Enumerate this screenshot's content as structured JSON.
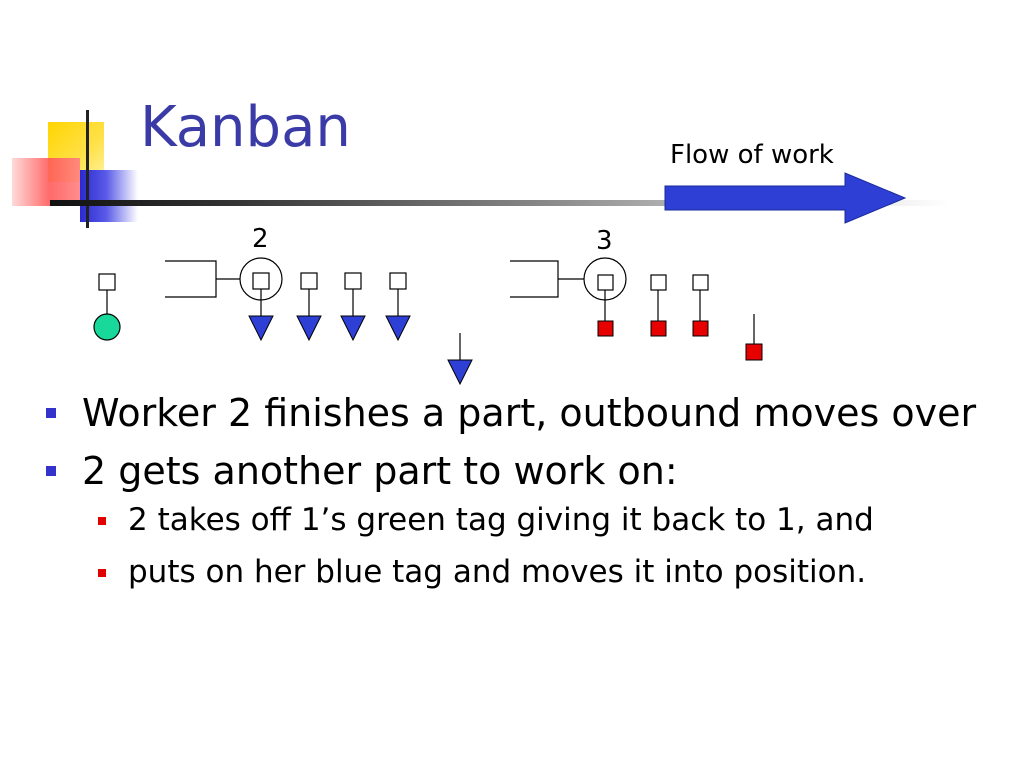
{
  "title": "Kanban",
  "flow_label": "Flow of work",
  "station_labels": [
    "2",
    "3"
  ],
  "colors": {
    "title": "#3b3ba8",
    "arrow_fill": "#2e3fd6",
    "blue_tag": "#2e3fd6",
    "green_tag": "#19d99a",
    "red_tag": "#e60000",
    "bullet_l1": "#3333cc",
    "bullet_l2": "#e00000"
  },
  "bullets": [
    {
      "text": "Worker 2 finishes a part, outbound moves over",
      "children": []
    },
    {
      "text": "2 gets another part to work on:",
      "children": [
        "2 takes off 1’s green tag giving it back to 1, and",
        "puts on her blue tag and moves it into position."
      ]
    }
  ]
}
